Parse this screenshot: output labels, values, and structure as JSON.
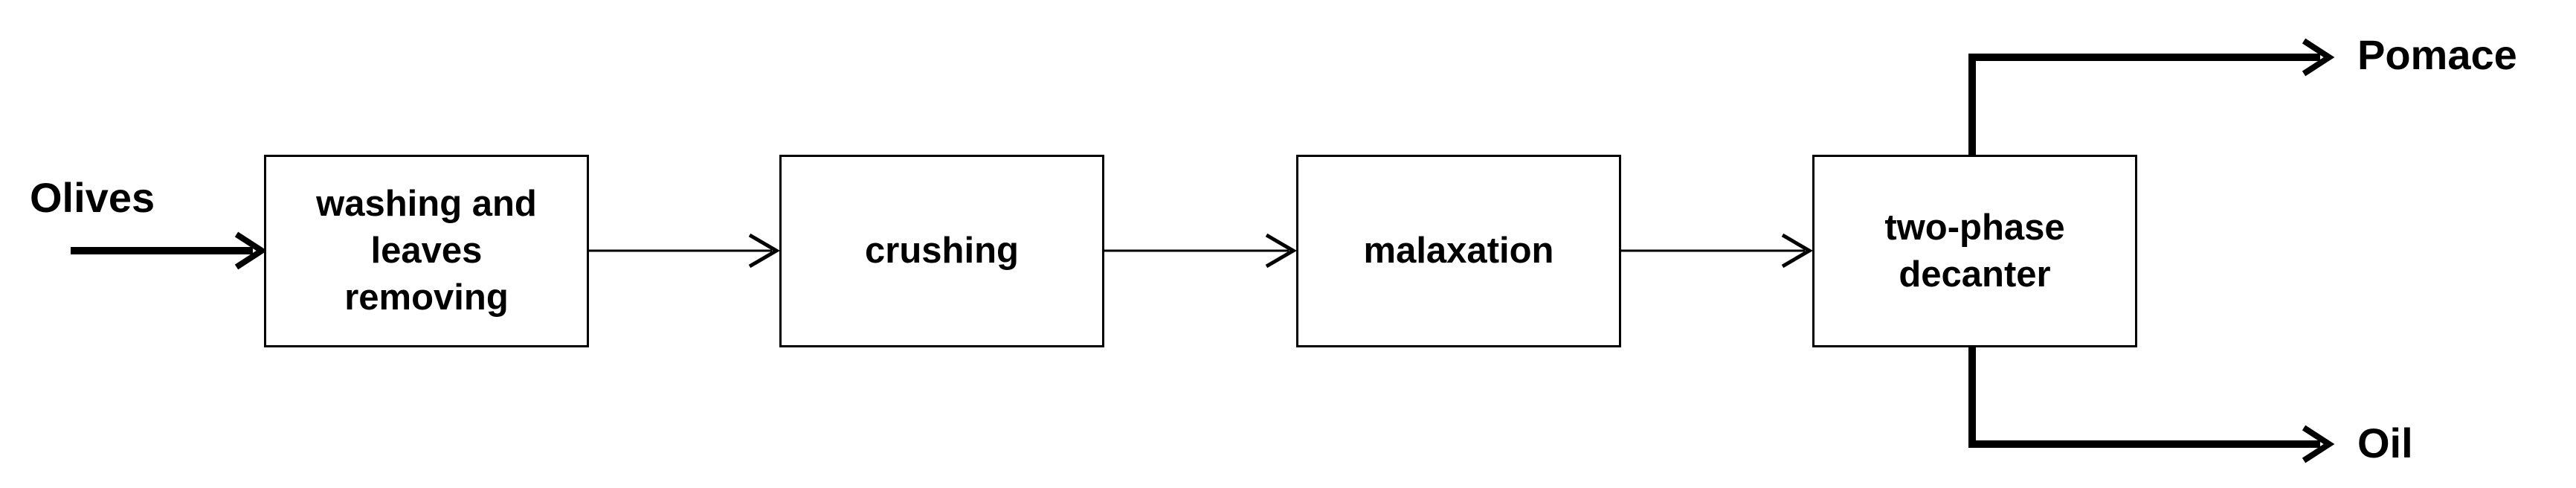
{
  "input": {
    "label": "Olives"
  },
  "steps": [
    {
      "label": "washing and\nleaves\nremoving"
    },
    {
      "label": "crushing"
    },
    {
      "label": "malaxation"
    },
    {
      "label": "two-phase\ndecanter"
    }
  ],
  "outputs": {
    "top": {
      "label": "Pomace"
    },
    "bottom": {
      "label": "Oil"
    }
  }
}
